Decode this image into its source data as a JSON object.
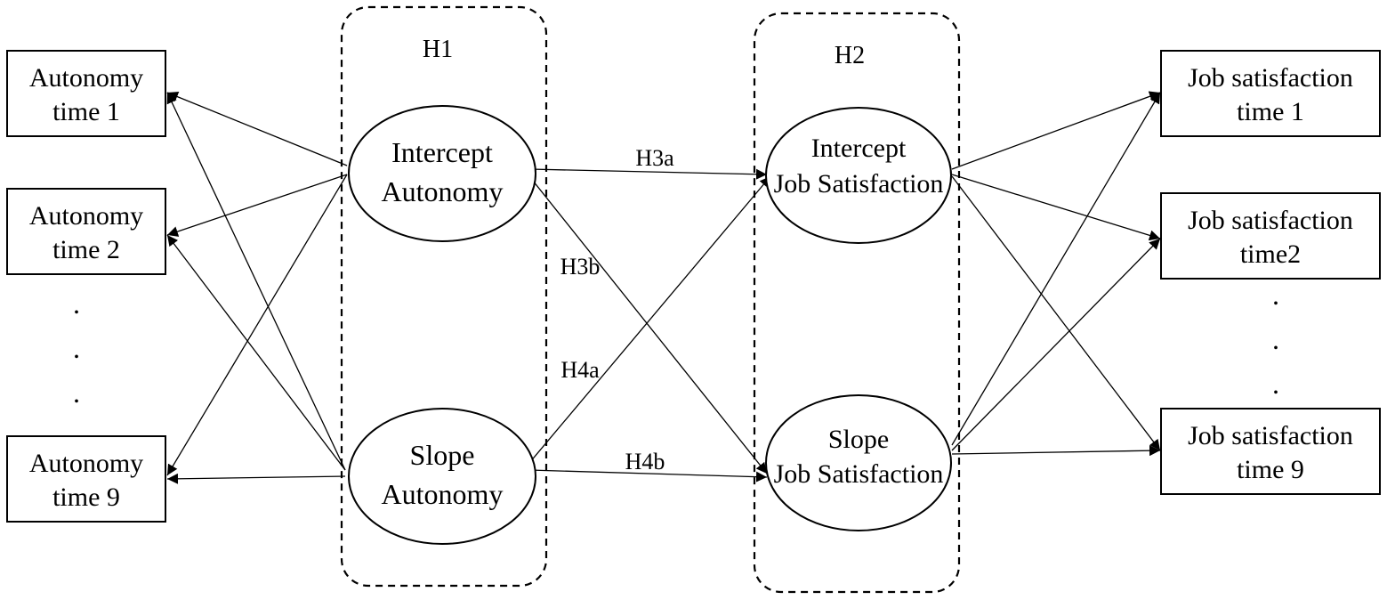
{
  "groups": {
    "h1": "H1",
    "h2": "H2"
  },
  "left_boxes": {
    "time1": {
      "line1": "Autonomy",
      "line2": "time 1"
    },
    "time2": {
      "line1": "Autonomy",
      "line2": "time 2"
    },
    "time9": {
      "line1": "Autonomy",
      "line2": "time 9"
    },
    "ellipsis": [
      ".",
      ".",
      "."
    ]
  },
  "right_boxes": {
    "time1": {
      "line1": "Job satisfaction",
      "line2": "time 1"
    },
    "time2": {
      "line1": "Job satisfaction",
      "line2": "time2"
    },
    "time9": {
      "line1": "Job satisfaction",
      "line2": "time 9"
    },
    "ellipsis": [
      ".",
      ".",
      "."
    ]
  },
  "latent": {
    "intercept_autonomy": {
      "line1": "Intercept",
      "line2": "Autonomy"
    },
    "slope_autonomy": {
      "line1": "Slope",
      "line2": "Autonomy"
    },
    "intercept_js": {
      "line1": "Intercept",
      "line2": "Job Satisfaction"
    },
    "slope_js": {
      "line1": "Slope",
      "line2": "Job Satisfaction"
    }
  },
  "hypotheses": {
    "h3a": "H3a",
    "h3b": "H3b",
    "h4a": "H4a",
    "h4b": "H4b"
  }
}
